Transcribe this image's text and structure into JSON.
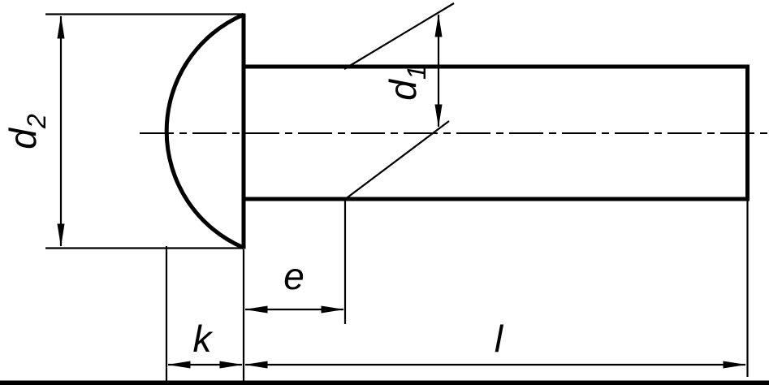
{
  "colors": {
    "line": "#000000",
    "background": "#ffffff"
  },
  "labels": {
    "head_diameter": {
      "base": "d",
      "sub": "2"
    },
    "shank_diameter": {
      "base": "d",
      "sub": "1"
    },
    "edge_length": {
      "text": "e"
    },
    "head_height": {
      "text": "k"
    },
    "shank_length": {
      "text": "l"
    }
  }
}
